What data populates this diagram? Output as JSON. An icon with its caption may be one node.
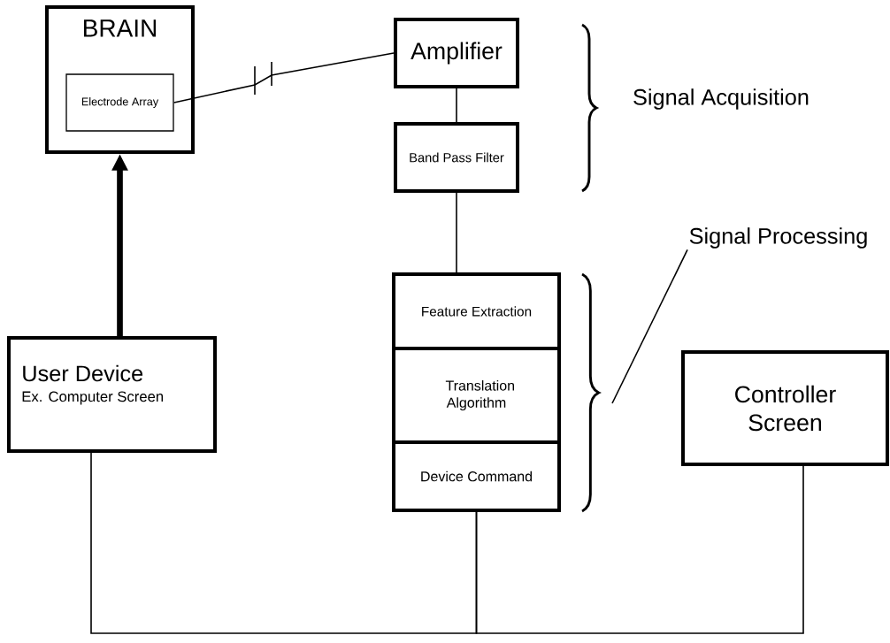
{
  "diagram": {
    "nodes": [
      {
        "text": [
          "BRAIN"
        ]
      },
      {
        "text": [
          "Electrode Array"
        ],
        "in": 0
      },
      {
        "text": [
          "Amplifier"
        ]
      },
      {
        "text": [
          "Band Pass Filter"
        ]
      },
      {
        "text": [
          "Feature Extraction"
        ]
      },
      {
        "text": [
          "Translation Algorithm"
        ]
      },
      {
        "text": [
          "Device Command"
        ]
      },
      {
        "text": [
          "User Device",
          "Ex. Computer Screen"
        ]
      },
      {
        "text": [
          "Controller Screen"
        ]
      },
      {
        "text": [
          "Signal Processing"
        ]
      }
    ],
    "edges": [
      {
        "from": 1,
        "to": 2,
        "arrow": "none"
      },
      {
        "from": 2,
        "to": 3,
        "arrow": "none"
      },
      {
        "from": 3,
        "to": 4,
        "arrow": "none"
      },
      {
        "from": 7,
        "to": 0,
        "arrow": "to",
        "style": "thick"
      },
      {
        "from": 7,
        "to": 6,
        "arrow": "none"
      },
      {
        "from": 6,
        "to": 8,
        "arrow": "none"
      },
      {
        "from": 9,
        "to": null,
        "arrow": "none"
      }
    ],
    "labels": [
      "Signal Acquisition"
    ]
  }
}
